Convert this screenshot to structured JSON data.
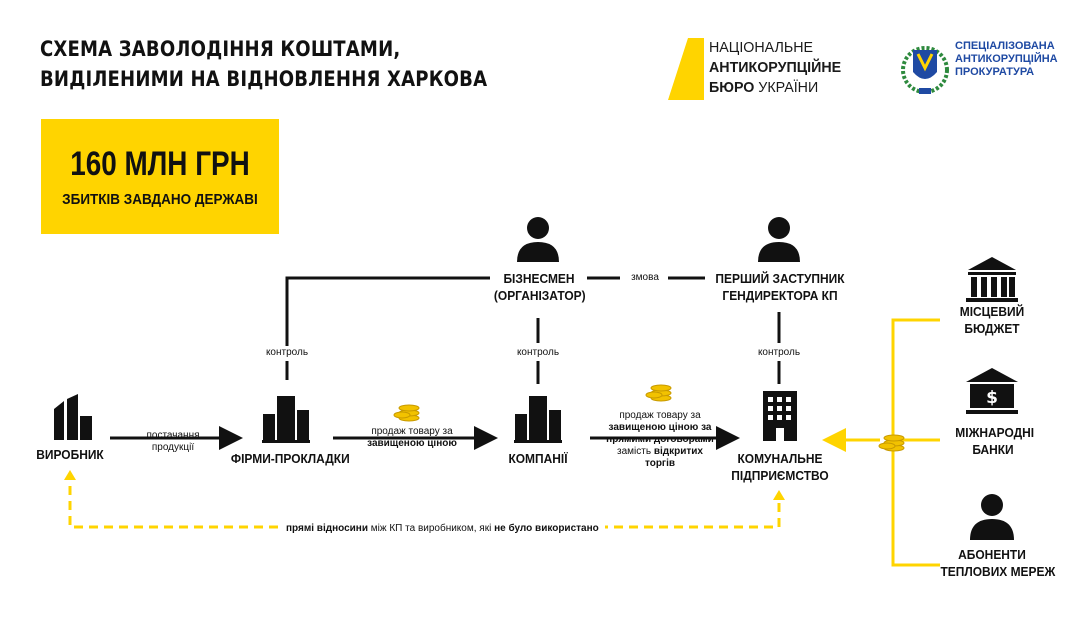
{
  "title": {
    "line1": "СХЕМА ЗАВОЛОДІННЯ КОШТАМИ,",
    "line2": "ВИДІЛЕНИМИ НА ВІДНОВЛЕННЯ ХАРКОВА"
  },
  "damage": {
    "amount": "160 МЛН ГРН",
    "text": "ЗБИТКІВ ЗАВДАНО ДЕРЖАВІ"
  },
  "logos": {
    "nabu": {
      "line1": "НАЦІОНАЛЬНЕ",
      "line2": "АНТИКОРУПЦІЙНЕ",
      "line3_bold": "БЮРО",
      "line3_thin": " УКРАЇНИ"
    },
    "sap": {
      "line1": "СПЕЦІАЛІЗОВАНА",
      "line2": "АНТИКОРУПЦІЙНА",
      "line3": "ПРОКУРАТУРА"
    }
  },
  "nodes": {
    "producer": "ВИРОБНИК",
    "shell_firms": "ФІРМИ-ПРОКЛАДКИ",
    "companies": "КОМПАНІЇ",
    "utility_line1": "КОМУНАЛЬНЕ",
    "utility_line2": "ПІДПРИЄМСТВО",
    "businessman_line1": "БІЗНЕСМЕН",
    "businessman_line2": "(ОРГАНІЗАТОР)",
    "deputy_line1": "ПЕРШИЙ ЗАСТУПНИК",
    "deputy_line2": "ГЕНДИРЕКТОРА КП",
    "local_budget_line1": "МІСЦЕВИЙ",
    "local_budget_line2": "БЮДЖЕТ",
    "intl_banks_line1": "МІЖНАРОДНІ",
    "intl_banks_line2": "БАНКИ",
    "subscribers_line1": "АБОНЕНТИ",
    "subscribers_line2": "ТЕПЛОВИХ МЕРЕЖ"
  },
  "edges": {
    "collusion": "змова",
    "control": "контроль",
    "supply_line1": "постачання",
    "supply_line2": "продукції",
    "sale1_line1": "продаж товару за",
    "sale1_line2": "завищеною ціною",
    "sale2_line1": "продаж товару за",
    "sale2_line2": "завищеною ціною за",
    "sale2_line3": "прямими договорами",
    "sale2_line4a": "замість ",
    "sale2_line4b": "відкритих",
    "sale2_line5": "торгів",
    "direct_a": "прямі відносини",
    "direct_b": " між КП та виробником, які ",
    "direct_c": "не було використано"
  },
  "colors": {
    "accent": "#ffd400",
    "dark": "#111111",
    "sap_blue": "#1f4aa3",
    "coin": "#f2c200"
  }
}
